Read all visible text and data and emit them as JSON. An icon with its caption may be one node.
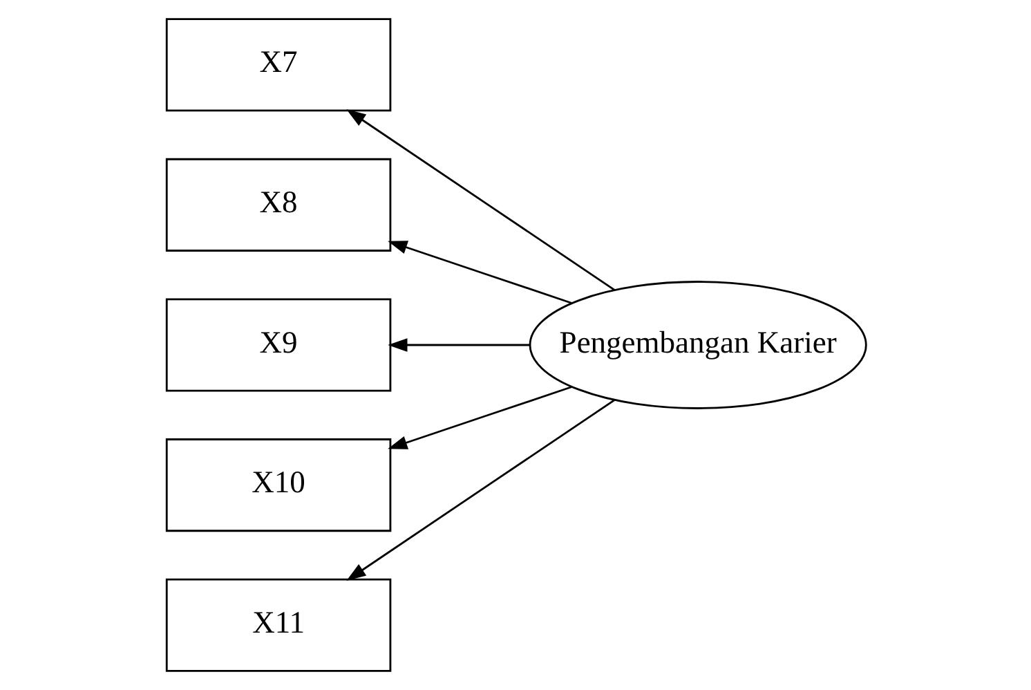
{
  "diagram": {
    "nodes": [
      {
        "text": [
          "X7"
        ]
      },
      {
        "text": [
          "X8"
        ]
      },
      {
        "text": [
          "X9"
        ]
      },
      {
        "text": [
          "X10"
        ]
      },
      {
        "text": [
          "X11"
        ]
      },
      {
        "text": [
          "Pengembangan Karier"
        ]
      }
    ],
    "edges": [
      {
        "from": 5,
        "to": 0,
        "arrow": "to"
      },
      {
        "from": 5,
        "to": 1,
        "arrow": "to"
      },
      {
        "from": 5,
        "to": 2,
        "arrow": "to"
      },
      {
        "from": 5,
        "to": 3,
        "arrow": "to"
      },
      {
        "from": 5,
        "to": 4,
        "arrow": "to"
      }
    ]
  }
}
